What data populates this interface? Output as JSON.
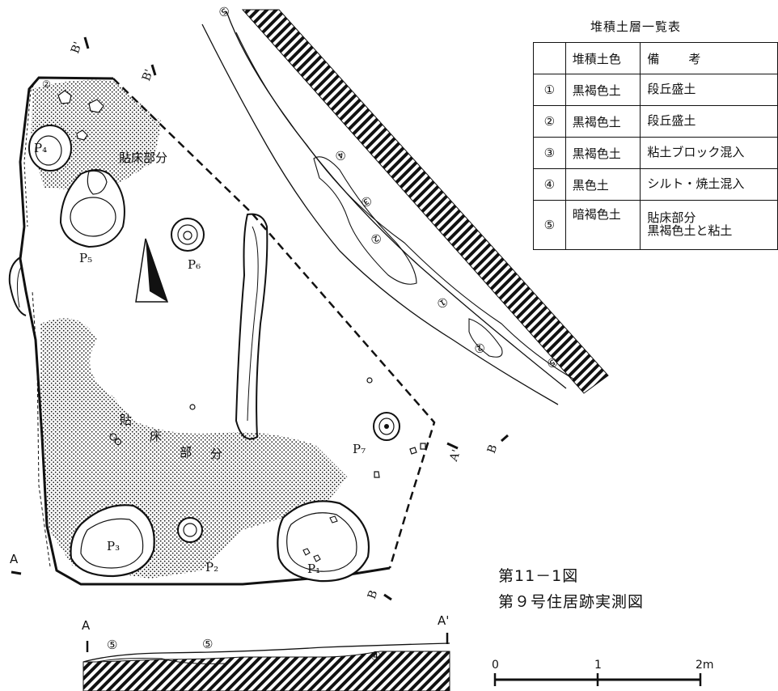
{
  "figure": {
    "caption_number": "第11－1図",
    "caption_title": "第９号住居跡実測図"
  },
  "legend": {
    "title": "堆積土層一覧表",
    "columns": [
      "",
      "堆積土色",
      "備考"
    ],
    "rows": [
      {
        "num": "①",
        "color": "黒褐色土",
        "note": "段丘盛土"
      },
      {
        "num": "②",
        "color": "黒褐色土",
        "note": "段丘盛土"
      },
      {
        "num": "③",
        "color": "黒褐色土",
        "note": "粘土ブロック混入"
      },
      {
        "num": "④",
        "color": "黒色土",
        "note": "シルト・焼土混入"
      },
      {
        "num": "⑤",
        "color": "暗褐色土",
        "note": "貼床部分\n黒褐色土と粘土"
      }
    ]
  },
  "plan": {
    "pits": [
      "P₁",
      "P₂",
      "P₃",
      "P₄",
      "P₅",
      "P₆",
      "P₇"
    ],
    "floor_label_upper": "貼床部分",
    "floor_label_lower": [
      "貼",
      "床",
      "部",
      "分"
    ],
    "section_markers": {
      "a": "A",
      "a_prime": "A'",
      "b": "B",
      "b_prime": "B'"
    },
    "section_layer_marks": [
      "⑤",
      "①",
      "②",
      "③",
      "④",
      "②",
      "⑤",
      "②"
    ]
  },
  "section_profile": {
    "start": "A",
    "end": "A'",
    "layer_marks": [
      "⑤",
      "⑤",
      "④"
    ]
  },
  "scale": {
    "ticks": [
      "0",
      "1",
      "2m"
    ]
  }
}
